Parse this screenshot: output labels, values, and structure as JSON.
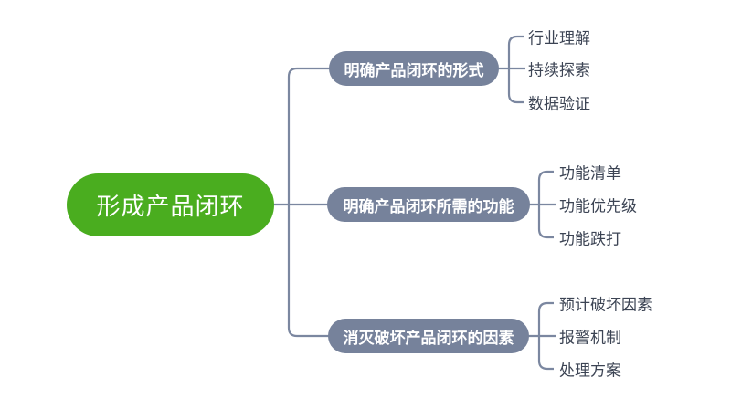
{
  "colors": {
    "root_fill": "#4aad1f",
    "branch_fill": "#76829b",
    "line": "#7b87a0",
    "leaf_text": "#3c4454",
    "node_text": "#ffffff",
    "canvas_bg": "#ffffff"
  },
  "mindmap": {
    "root": {
      "label": "形成产品闭环"
    },
    "branches": [
      {
        "label": "明确产品闭环的形式",
        "children": [
          "行业理解",
          "持续探索",
          "数据验证"
        ]
      },
      {
        "label": "明确产品闭环所需的功能",
        "children": [
          "功能清单",
          "功能优先级",
          "功能跌打"
        ]
      },
      {
        "label": "消灭破坏产品闭环的因素",
        "children": [
          "预计破坏因素",
          "报警机制",
          "处理方案"
        ]
      }
    ]
  }
}
